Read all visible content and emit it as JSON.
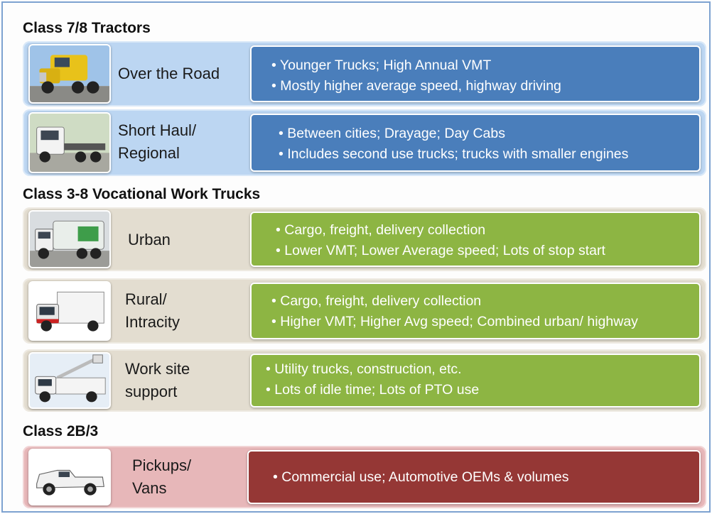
{
  "sections": [
    {
      "title": "Class 7/8 Tractors"
    },
    {
      "title": "Class 3-8 Vocational Work Trucks"
    },
    {
      "title": "Class 2B/3"
    }
  ],
  "rows": [
    {
      "label_lines": [
        "Over the Road"
      ],
      "bullets": [
        "Younger Trucks; High Annual VMT",
        "Mostly higher average speed, highway driving"
      ],
      "image_icon": "tractor-truck-icon"
    },
    {
      "label_lines": [
        "Short Haul/",
        "Regional"
      ],
      "bullets": [
        "Between cities; Drayage; Day Cabs",
        "Includes second use trucks; trucks with smaller engines"
      ],
      "image_icon": "day-cab-truck-icon"
    },
    {
      "label_lines": [
        "Urban"
      ],
      "bullets": [
        "Cargo, freight, delivery collection",
        "Lower VMT; Lower Average speed; Lots of stop start"
      ],
      "image_icon": "garbage-truck-icon"
    },
    {
      "label_lines": [
        "Rural/",
        "Intracity"
      ],
      "bullets": [
        "Cargo, freight, delivery collection",
        "Higher VMT; Higher Avg speed; Combined  urban/ highway"
      ],
      "image_icon": "box-truck-icon"
    },
    {
      "label_lines": [
        "Work site",
        "support"
      ],
      "bullets": [
        "Utility trucks, construction, etc.",
        "Lots of idle time; Lots of PTO use"
      ],
      "image_icon": "bucket-truck-icon"
    },
    {
      "label_lines": [
        "Pickups/",
        "Vans"
      ],
      "bullets": [
        "Commercial use; Automotive OEMs & volumes"
      ],
      "image_icon": "pickup-truck-icon"
    }
  ],
  "colors": {
    "tractor_row": "#bcd6f2",
    "tractor_panel": "#4a7ebb",
    "vocational_row": "#e3ddd0",
    "vocational_panel": "#8db543",
    "light_row": "#e7b7b9",
    "light_panel": "#953735"
  }
}
